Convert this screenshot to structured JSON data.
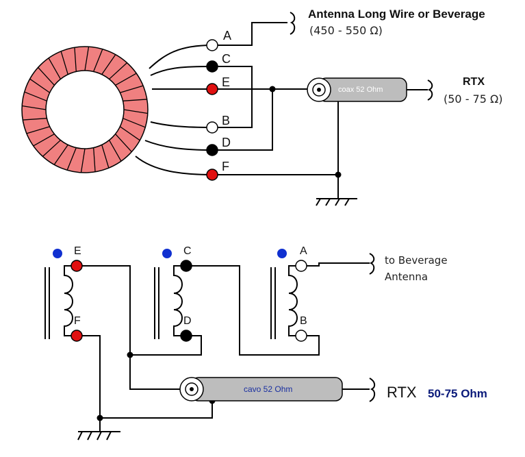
{
  "top": {
    "antenna_title": "Antenna Long Wire or Beverage",
    "antenna_impedance": "(450 - 550 Ω)",
    "rtx_title": "RTX",
    "rtx_impedance": "(50 - 75 Ω)",
    "coax_label": "coax 52 Ohm",
    "terminals": [
      "A",
      "C",
      "E",
      "B",
      "D",
      "F"
    ]
  },
  "bottom": {
    "terminals": [
      "E",
      "F",
      "C",
      "D",
      "A",
      "B"
    ],
    "antenna_line1": "to Beverage",
    "antenna_line2": "Antenna",
    "cable_label": "cavo  52 Ohm",
    "rtx_label": "RTX",
    "rtx_impedance": "50-75 Ohm"
  },
  "colors": {
    "toroid_fill": "#f08080",
    "terminal_red": "#e01010",
    "terminal_black": "#000000",
    "terminal_white": "#ffffff",
    "dot_blue": "#1030d0",
    "coax_gray": "#bdbdbd",
    "impedance_blue": "#0a1a7a"
  }
}
